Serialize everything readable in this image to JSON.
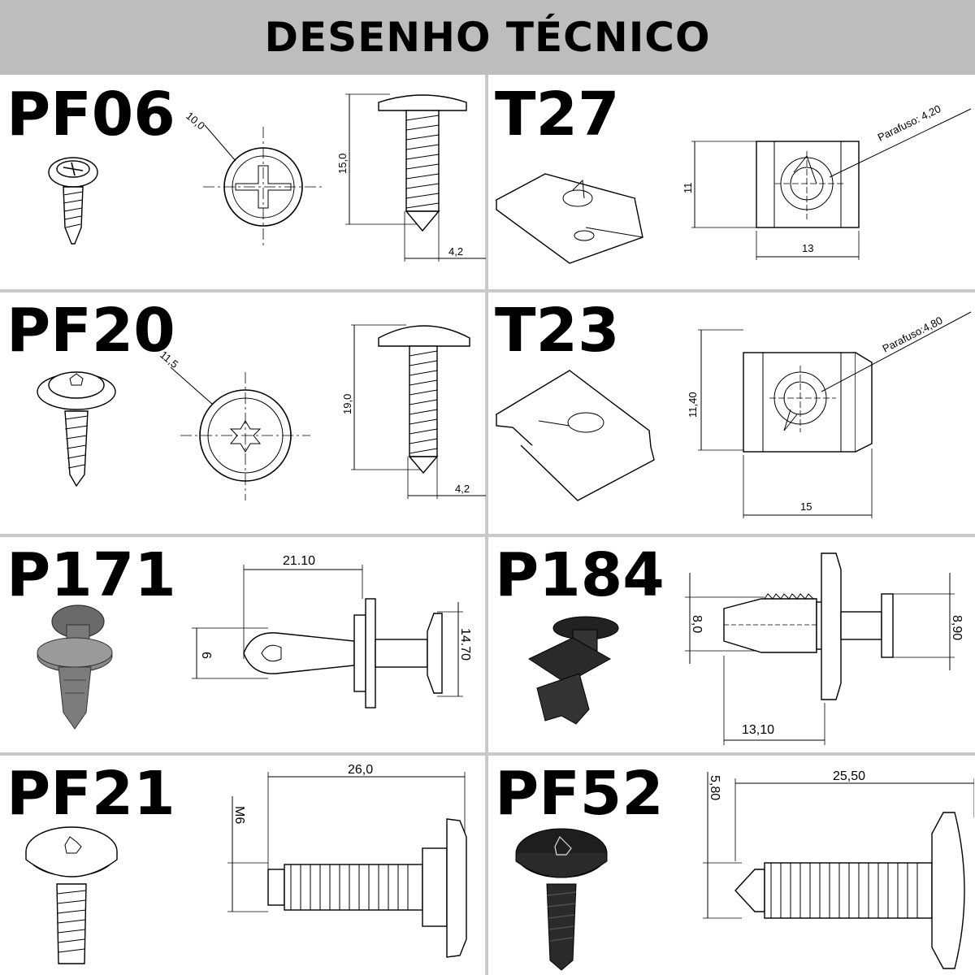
{
  "header": {
    "title": "DESENHO TÉCNICO",
    "background": "#bdbdbd"
  },
  "grid_color": "#c9c9c9",
  "parts": [
    {
      "code": "PF06",
      "dims": {
        "head_diameter": "10,0",
        "length": "15,0",
        "thread_diameter": "4,2"
      }
    },
    {
      "code": "T27",
      "dims": {
        "screw": "Parafuso: 4,20",
        "height": "11",
        "width": "13"
      }
    },
    {
      "code": "PF20",
      "dims": {
        "head_diameter": "11,5",
        "length": "19,0",
        "thread_diameter": "4,2"
      }
    },
    {
      "code": "T23",
      "dims": {
        "screw": "Parafuso:4,80",
        "height": "11,40",
        "width": "15"
      }
    },
    {
      "code": "P171",
      "dims": {
        "length": "21.10",
        "shank": "9",
        "head_diameter": "14.70"
      }
    },
    {
      "code": "P184",
      "dims": {
        "shank": "8,0",
        "head": "8,90",
        "length": "13,10"
      }
    },
    {
      "code": "PF21",
      "dims": {
        "length": "26,0",
        "thread": "M6"
      }
    },
    {
      "code": "PF52",
      "dims": {
        "length": "25,50",
        "head_diameter": "5,80"
      }
    }
  ]
}
